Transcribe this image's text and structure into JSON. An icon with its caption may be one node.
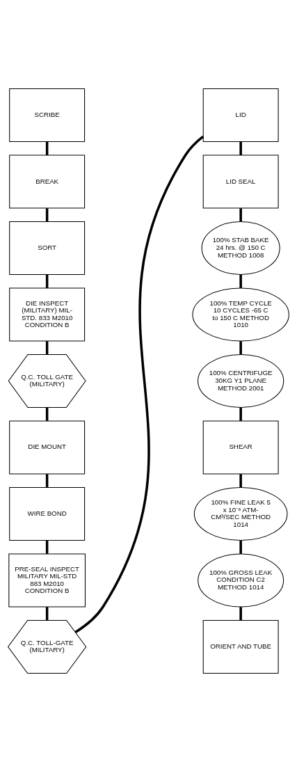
{
  "diagram": {
    "nodes": [
      {
        "text": [
          "SCRIBE"
        ]
      },
      {
        "text": [
          "BREAK"
        ]
      },
      {
        "text": [
          "SORT"
        ]
      },
      {
        "text": [
          "DIE INSPECT (MILITARY) MIL-STD. 833 M2010 CONDITION B"
        ]
      },
      {
        "text": [
          "Q.C. TOLL GATE (MILITARY)"
        ]
      },
      {
        "text": [
          "DIE MOUNT"
        ]
      },
      {
        "text": [
          "WIRE BOND"
        ]
      },
      {
        "text": [
          "PRE-SEAL INSPECT MILITARY MIL-STD 883 M2010 CONDITION B"
        ]
      },
      {
        "text": [
          "Q.C. TOLL-GATE (MILITARY)"
        ]
      },
      {
        "text": [
          "LID"
        ]
      },
      {
        "text": [
          "LID SEAL"
        ]
      },
      {
        "text": [
          "100% STAB BAKE 24 hrs. @ 150 C METHOD 1008"
        ]
      },
      {
        "text": [
          "100% TEMP CYCLE 10 CYCLES -65 C to 150 C METHOD 1010"
        ]
      },
      {
        "text": [
          "100% CENTRIFUGE 30KG Y1 PLANE METHOD 2001"
        ]
      },
      {
        "text": [
          "SHEAR"
        ]
      },
      {
        "text": [
          "100% FINE LEAK 5 x 10⁻⁸ ATM-CM³/SEC METHOD 1014"
        ]
      },
      {
        "text": [
          "100% GROSS LEAK CONDITION C2 METHOD 1014"
        ]
      },
      {
        "text": [
          "ORIENT AND TUBE"
        ]
      }
    ],
    "edges": [
      {
        "from": 0,
        "to": 1,
        "arrow": "none"
      },
      {
        "from": 1,
        "to": 2,
        "arrow": "none"
      },
      {
        "from": 2,
        "to": 3,
        "arrow": "none"
      },
      {
        "from": 3,
        "to": 4,
        "arrow": "none"
      },
      {
        "from": 4,
        "to": 5,
        "arrow": "none"
      },
      {
        "from": 5,
        "to": 6,
        "arrow": "none"
      },
      {
        "from": 6,
        "to": 7,
        "arrow": "none"
      },
      {
        "from": 7,
        "to": 8,
        "arrow": "none"
      },
      {
        "from": 8,
        "to": 9,
        "arrow": "none"
      },
      {
        "from": 9,
        "to": 10,
        "arrow": "none"
      },
      {
        "from": 10,
        "to": 11,
        "arrow": "none"
      },
      {
        "from": 11,
        "to": 12,
        "arrow": "none"
      },
      {
        "from": 12,
        "to": 13,
        "arrow": "none"
      },
      {
        "from": 13,
        "to": 14,
        "arrow": "none"
      },
      {
        "from": 14,
        "to": 15,
        "arrow": "none"
      },
      {
        "from": 15,
        "to": 16,
        "arrow": "none"
      },
      {
        "from": 16,
        "to": 17,
        "arrow": "none"
      }
    ]
  }
}
